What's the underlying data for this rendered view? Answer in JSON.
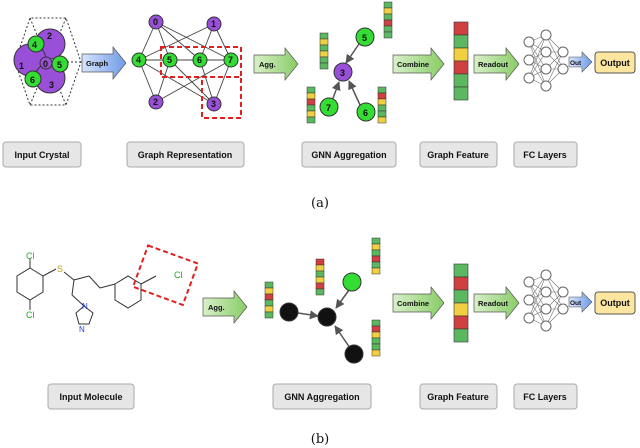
{
  "panel_a": {
    "caption": "(a)",
    "labels": {
      "input": "Input Crystal",
      "graph_rep": "Graph Representation",
      "gnn": "GNN Aggregation",
      "graph_feature": "Graph Feature",
      "fc": "FC Layers"
    },
    "arrows": {
      "graph": "Graph",
      "agg": "Agg.",
      "combine": "Combine",
      "readout": "Readout",
      "out": "Out"
    },
    "output": "Output",
    "crystal_atoms": [
      "1",
      "2",
      "3",
      "4",
      "5",
      "6",
      "0"
    ],
    "graph_nodes": [
      "0",
      "1",
      "4",
      "5",
      "6",
      "7",
      "2",
      "3"
    ],
    "gnn_nodes": [
      "5",
      "3",
      "7",
      "6"
    ]
  },
  "panel_b": {
    "caption": "(b)",
    "labels": {
      "input": "Input Molecule",
      "gnn": "GNN Aggregation",
      "graph_feature": "Graph Feature",
      "fc": "FC Layers"
    },
    "arrows": {
      "agg": "Agg.",
      "combine": "Combine",
      "readout": "Readout",
      "out": "Out"
    },
    "output": "Output",
    "atoms": [
      "Cl",
      "Cl",
      "Cl",
      "S",
      "N",
      "N"
    ]
  },
  "colors": {
    "purple": "#9a4fd8",
    "green": "#33dd33",
    "dashed_red": "#e02020",
    "arrow_green": "#a6dd88",
    "arrow_blue": "#8ab0ee",
    "output_fill": "#fde7a0",
    "label_fill": "#e6e6e6"
  }
}
